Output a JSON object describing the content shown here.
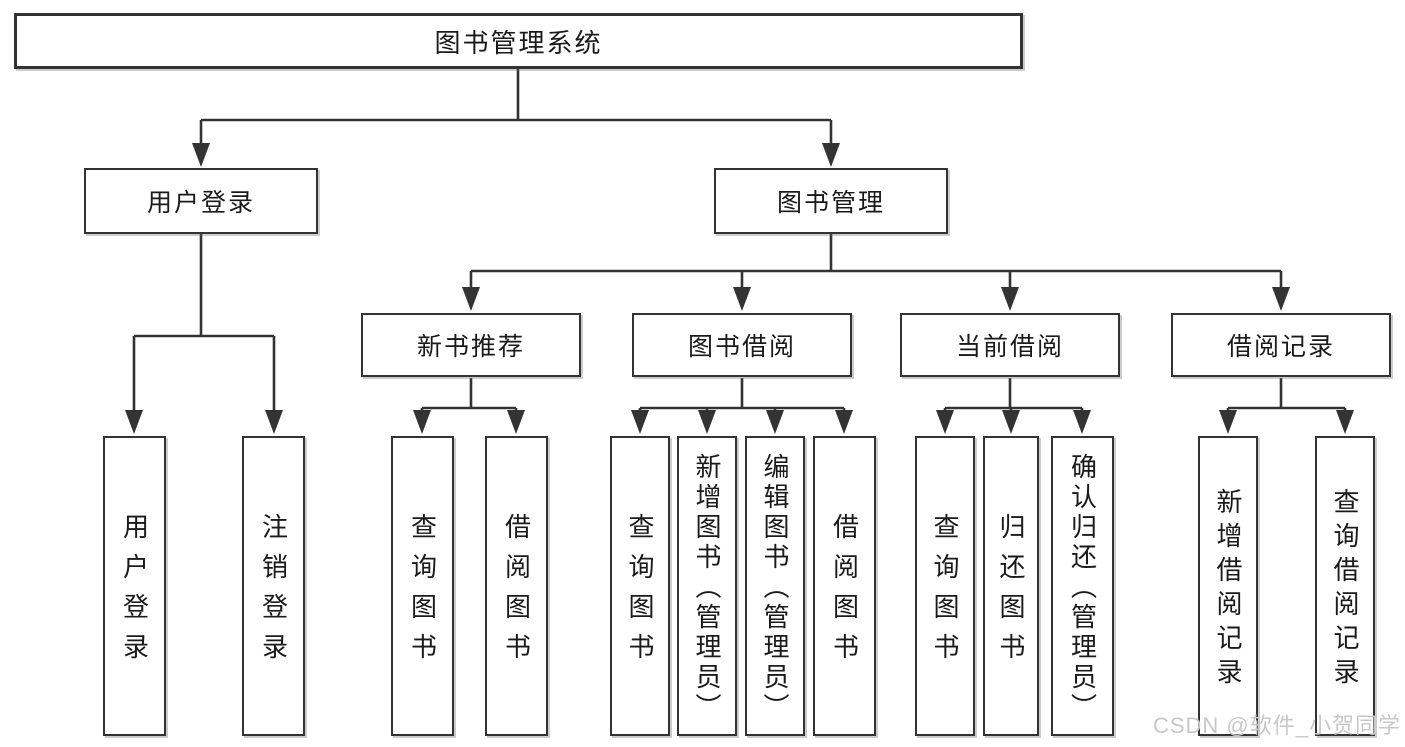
{
  "tree": {
    "root": {
      "label": "图书管理系统",
      "children": [
        {
          "label": "用户登录",
          "children": [
            {
              "label": "用户登录"
            },
            {
              "label": "注销登录"
            }
          ]
        },
        {
          "label": "图书管理",
          "children": [
            {
              "label": "新书推荐",
              "children": [
                {
                  "label": "查询图书"
                },
                {
                  "label": "借阅图书"
                }
              ]
            },
            {
              "label": "图书借阅",
              "children": [
                {
                  "label": "查询图书"
                },
                {
                  "label": "新增图书（管理员）"
                },
                {
                  "label": "编辑图书（管理员）"
                },
                {
                  "label": "借阅图书"
                }
              ]
            },
            {
              "label": "当前借阅",
              "children": [
                {
                  "label": "查询图书"
                },
                {
                  "label": "归还图书"
                },
                {
                  "label": "确认归还（管理员）"
                }
              ]
            },
            {
              "label": "借阅记录",
              "children": [
                {
                  "label": "新增借阅记录"
                },
                {
                  "label": "查询借阅记录"
                }
              ]
            }
          ]
        }
      ]
    }
  },
  "watermark": {
    "text": "CSDN @软件_小贺同学"
  },
  "colors": {
    "line": "#333333",
    "box_border": "#333333",
    "text": "#1a1a1a",
    "watermark": "#c8c8c8",
    "background": "#ffffff"
  }
}
